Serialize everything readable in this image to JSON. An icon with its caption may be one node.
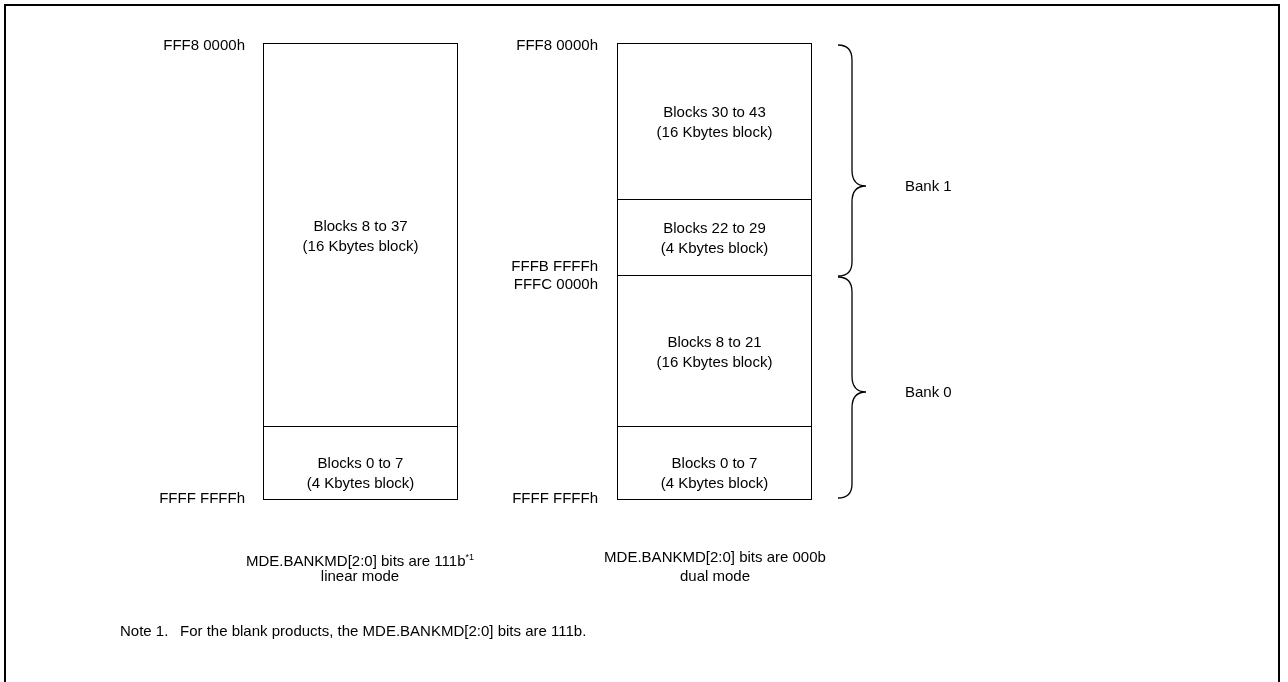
{
  "diagram": {
    "nodes": [
      {
        "text": [
          "Blocks 8 to 37",
          "(16 Kbytes block)"
        ]
      },
      {
        "text": [
          "Blocks 0 to 7",
          "(4 Kbytes block)"
        ]
      },
      {
        "text": [
          "Blocks 30 to 43",
          "(16 Kbytes block)"
        ]
      },
      {
        "text": [
          "Blocks 22 to 29",
          "(4 Kbytes block)"
        ]
      },
      {
        "text": [
          "Blocks 8 to 21",
          "(16 Kbytes block)"
        ]
      },
      {
        "text": [
          "Blocks 0 to 7",
          "(4 Kbytes block)"
        ]
      }
    ],
    "edges": [],
    "labels": [
      "FFF8 0000h",
      "FFF8 0000h",
      "Bank 1",
      "FFFB FFFFh",
      "FFFC 0000h",
      "Bank 0",
      "FFFF FFFFh",
      "FFFF FFFFh",
      "MDE.BANKMD[2:0] bits are 111b$^{*1}$",
      "linear mode",
      "MDE.BANKMD[2:0] bits are 000b",
      "dual mode",
      "Note 1.",
      "For the blank products, the MDE.BANKMD[2:0] bits are 111b."
    ]
  }
}
